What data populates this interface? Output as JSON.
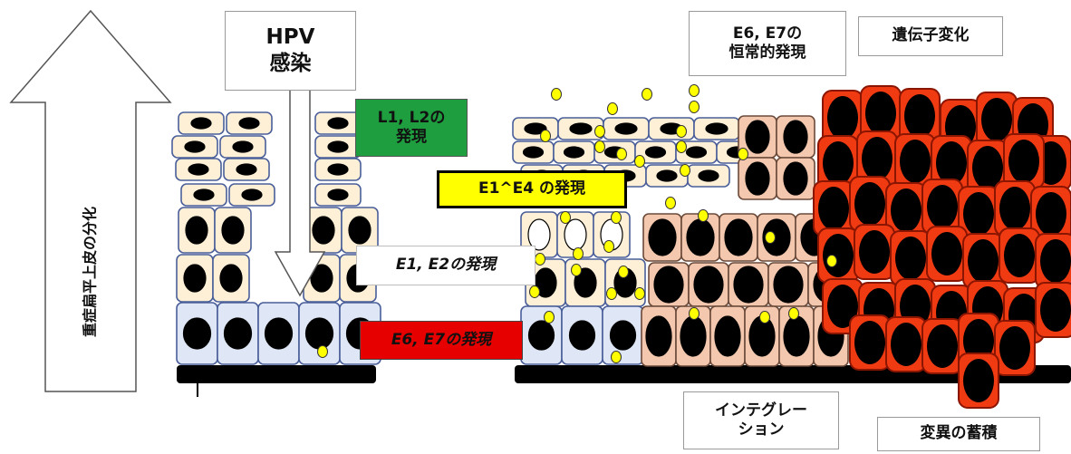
{
  "arrow_label": "重症扁平上皮の分化",
  "labels": {
    "hpv_infection": "HPV\n感染",
    "l1_l2": "L1, L2の\n発現",
    "e1_e4": "E1^E4 の発現",
    "e1_e2": "E1, E2の発現",
    "e6_e7": "E6, E7の発現",
    "e6_e7_constant": "E6, E7の\n恒常的発現",
    "gene_change": "遺伝子変化",
    "integration": "インテグレー\nション",
    "mutation_accumulation": "変異の蓄積"
  },
  "colors": {
    "basal_cell": "#dfe6f5",
    "basal_border": "#4a5f9a",
    "upper_cell": "#fdf0d6",
    "upper_border": "#4a5f9a",
    "pink_cell": "#f3c8ae",
    "pink_border": "#6b4a3a",
    "tumor_cell": "#f03a12",
    "tumor_border": "#8a1500",
    "virion": "#ffff00",
    "l1_l2_box": "#1f9e3f",
    "e1_e4_box": "#ffff00",
    "e6_e7_box": "#e60000",
    "basement_membrane": "#000000"
  }
}
